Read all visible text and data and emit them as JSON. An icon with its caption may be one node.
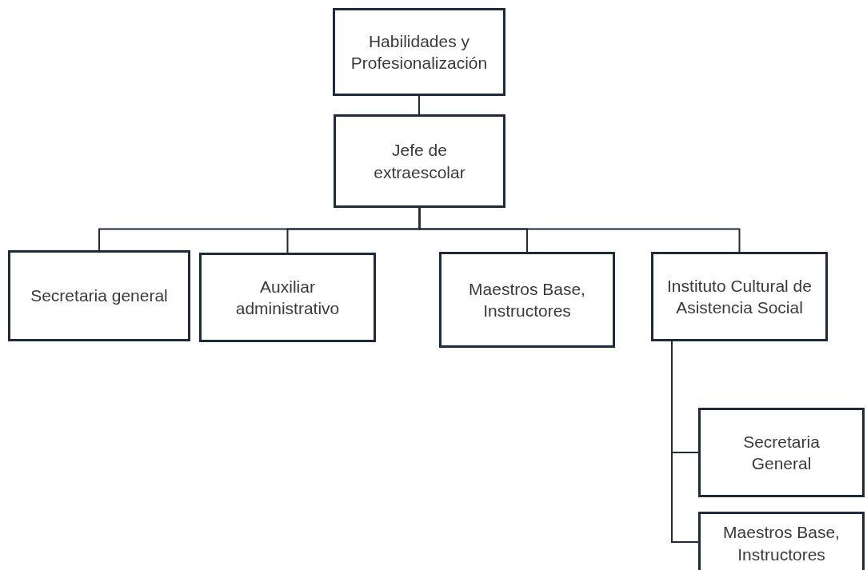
{
  "diagram": {
    "nodes": [
      {
        "text": [
          "Habilidades y Profesionalización"
        ]
      },
      {
        "text": [
          "Jefe de extraescolar"
        ]
      },
      {
        "text": [
          "Secretaria general"
        ]
      },
      {
        "text": [
          "Auxiliar administrativo"
        ]
      },
      {
        "text": [
          "Maestros Base, Instructores"
        ]
      },
      {
        "text": [
          "Instituto Cultural de Asistencia Social"
        ]
      },
      {
        "text": [
          "Secretaria General"
        ]
      },
      {
        "text": [
          "Maestros Base, Instructores"
        ]
      }
    ],
    "edges": [
      {
        "from": 0,
        "to": 1,
        "arrow": "none"
      },
      {
        "from": 1,
        "to": 2,
        "arrow": "none"
      },
      {
        "from": 1,
        "to": 3,
        "arrow": "none"
      },
      {
        "from": 1,
        "to": 4,
        "arrow": "none"
      },
      {
        "from": 1,
        "to": 5,
        "arrow": "none"
      },
      {
        "from": 5,
        "to": 6,
        "arrow": "none"
      },
      {
        "from": 5,
        "to": 7,
        "arrow": "none"
      }
    ]
  }
}
